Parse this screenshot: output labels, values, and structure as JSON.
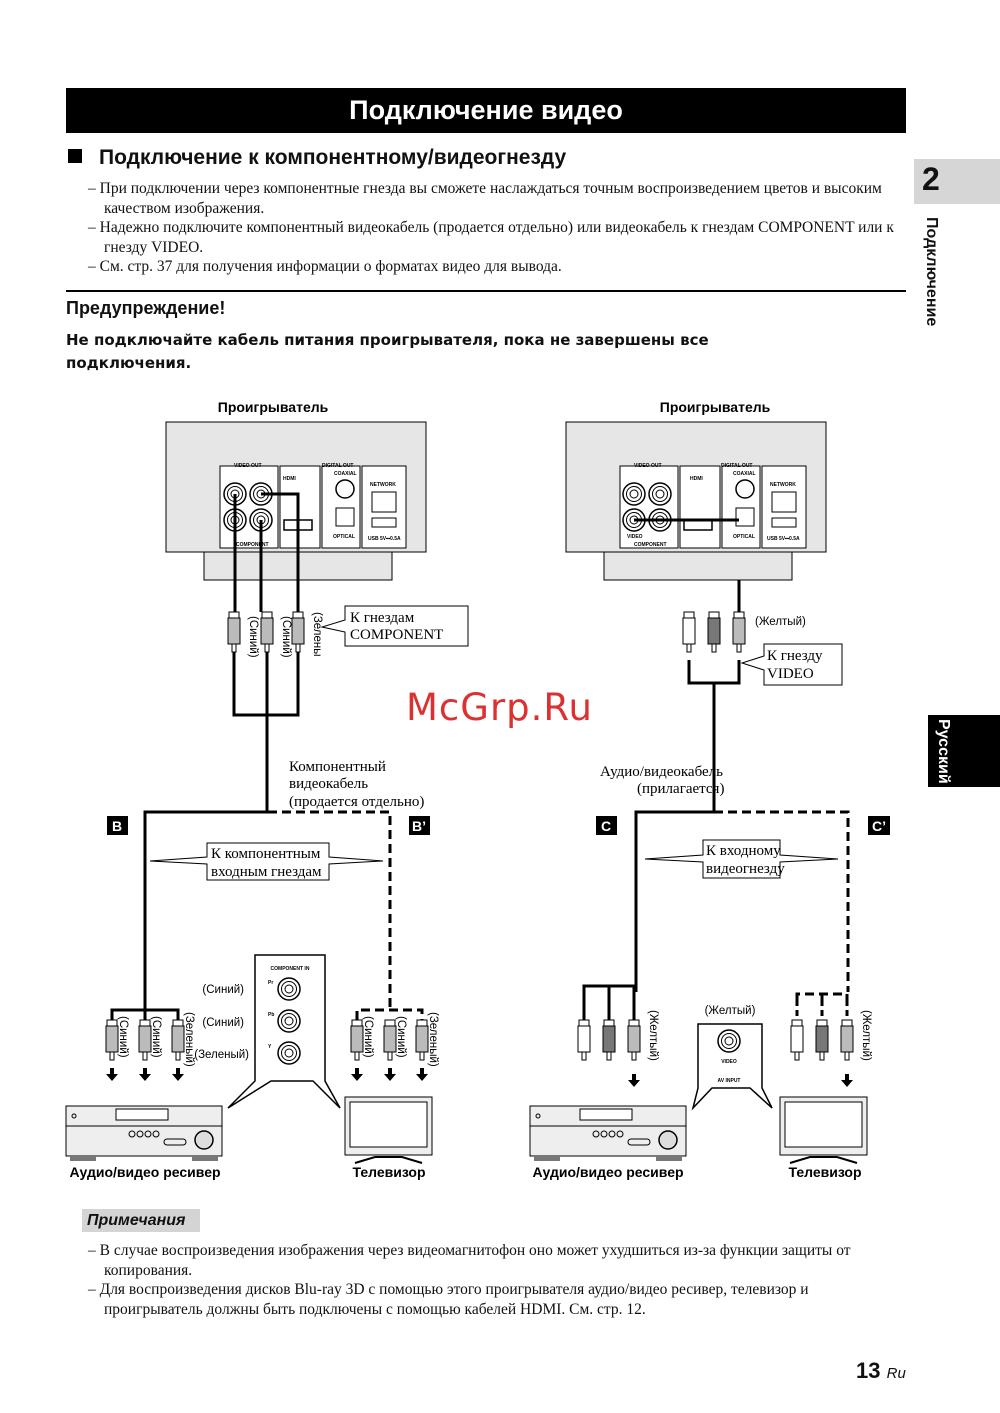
{
  "header": {
    "title": "Подключение видео"
  },
  "section": {
    "title": "Подключение к компонентному/видеогнезду",
    "bullets": [
      "При подключении через компонентные гнезда вы сможете наслаждаться точным воспроизведением цветов и высоким качеством изображения.",
      "Надежно подключите компонентный видеокабель (продается отдельно) или видеокабель к гнездам COMPONENT или к гнезду VIDEO.",
      "См. стр. 37 для получения информации о форматах видео для вывода."
    ]
  },
  "warning": {
    "title": "Предупреждение!",
    "text": "Не подключайте кабель питания проигрывателя, пока не завершены все подключения."
  },
  "side_tabs": {
    "chapter_number": "2",
    "chapter_title": "Подключение",
    "language": "Русский"
  },
  "watermark": "McGrp.Ru",
  "diagram": {
    "player_label": "Проигрыватель",
    "panel": {
      "video_out": "VIDEO OUT",
      "y": "Y",
      "pb": "Pb",
      "pr": "Pr",
      "video": "VIDEO",
      "component": "COMPONENT",
      "hdmi": "HDMI",
      "digital_out": "DIGITAL OUT",
      "coaxial": "COAXIAL",
      "optical": "OPTICAL",
      "network": "NETWORK",
      "usb": "USB 5V⎓0.5A"
    },
    "left": {
      "plug_colors": [
        "(Синий)",
        "(Синий)",
        "(Зелены"
      ],
      "callout_top_1": "К гнездам",
      "callout_top_2": "COMPONENT",
      "cable_1": "Компонентный",
      "cable_2": "видеокабель",
      "cable_3": "(продается отдельно)",
      "badge_b": "B",
      "badge_b2": "B’",
      "callout_mid_1": "К компонентным",
      "callout_mid_2": "входным гнездам",
      "receiver_plugs": [
        "(Синий)",
        "(Синий)",
        "(Зеленый)"
      ],
      "tv_plugs": [
        "(Синий)",
        "(Синий)",
        "(Зеленый)"
      ],
      "component_in": "COMPONENT IN",
      "jack_labels": [
        "(Синий)",
        "(Синий)",
        "(Зеленый)"
      ],
      "jack_ids": [
        "Pr",
        "Pb",
        "Y"
      ],
      "receiver": "Аудио/видео ресивер",
      "tv": "Телевизор"
    },
    "right": {
      "yellow": "(Желтый)",
      "callout_top_1": "К гнезду",
      "callout_top_2": "VIDEO",
      "cable_1": "Аудио/видеокабель",
      "cable_2": "(прилагается)",
      "badge_c": "C",
      "badge_c2": "C’",
      "callout_mid_1": "К входному",
      "callout_mid_2": "видеогнезду",
      "av_yellow": "(Желтый)",
      "av_video": "VIDEO",
      "av_input": "AV INPUT",
      "receiver_plug": "(Желтый)",
      "tv_plug": "(Желтый)",
      "receiver": "Аудио/видео ресивер",
      "tv": "Телевизор"
    }
  },
  "notes": {
    "title": "Примечания",
    "items": [
      "В случае воспроизведения изображения через видеомагнитофон оно может ухудшиться из-за функции защиты от копирования.",
      "Для воспроизведения дисков Blu-ray 3D с помощью этого проигрывателя аудио/видео ресивер, телевизор и проигрыватель должны быть подключены с помощью кабелей HDMI. См. стр. 12."
    ]
  },
  "footer": {
    "page": "13",
    "lang": "Ru"
  }
}
